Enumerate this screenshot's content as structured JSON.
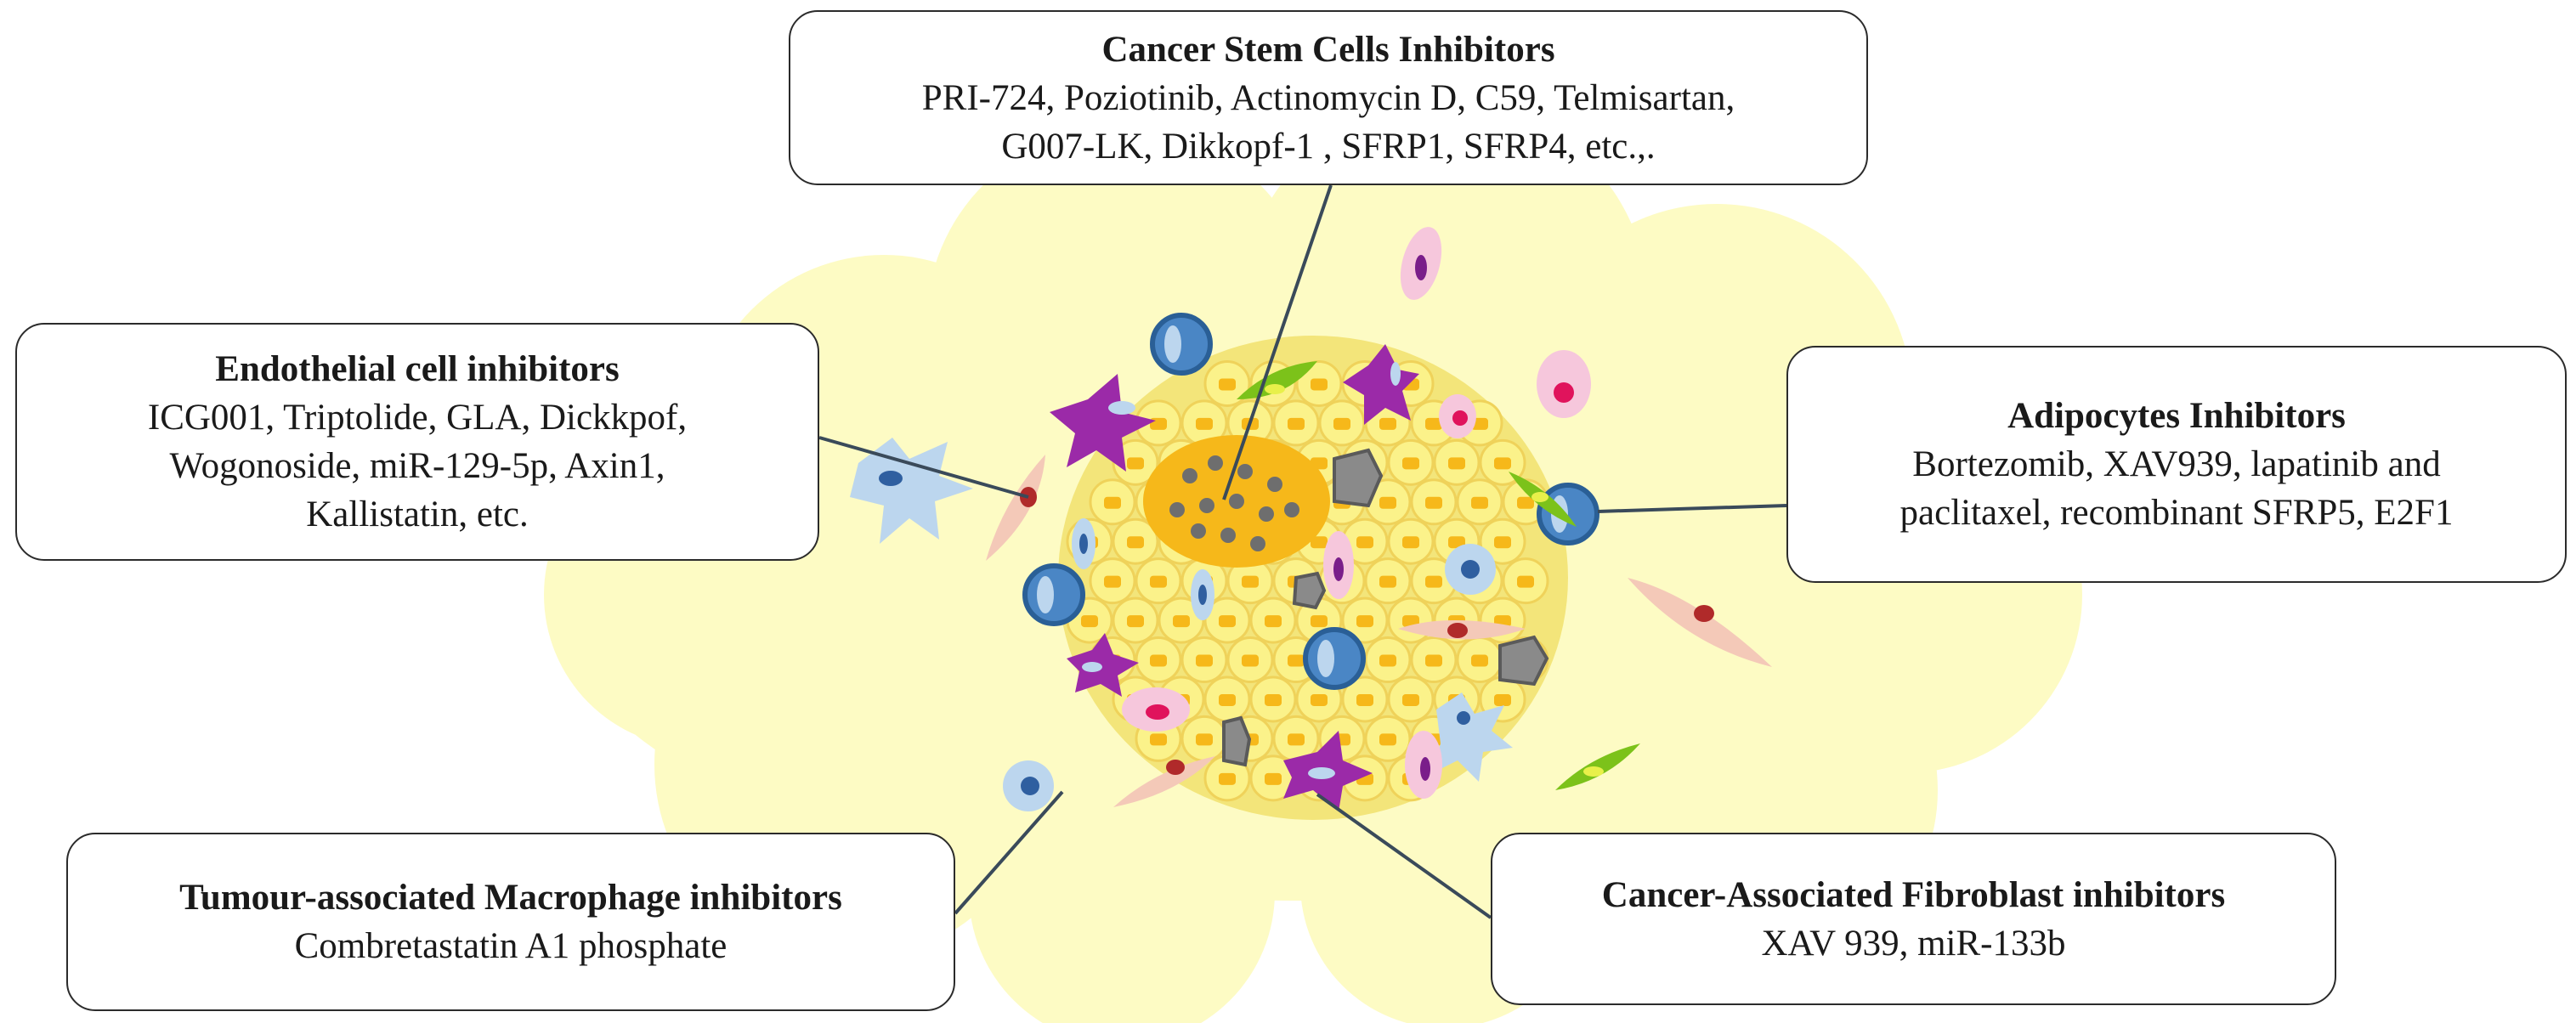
{
  "colors": {
    "background_cloud": "#fdfbc4",
    "tumor_cell": "#fbf28a",
    "tumor_nucleus": "#f6b81a",
    "stem_core": "#f6b81a",
    "stem_dot": "#6e6e6e",
    "blue_cell": "#3b78b8",
    "light_blue_cell": "#bcd6ee",
    "purple_cell": "#9b2aa8",
    "pink_cell": "#f6c7dc",
    "fibroblast": "#f4c9b8",
    "fibroblast_nucleus": "#b02a2a",
    "green_cell": "#7cc21a",
    "gray_cell": "#8a8a8a",
    "box_border": "#2b2b2b",
    "connector": "#3a4a5a"
  },
  "boxes": {
    "csc": {
      "title": "Cancer Stem Cells Inhibitors",
      "lines": [
        "PRI-724, Poziotinib, Actinomycin D, C59, Telmisartan,",
        "G007-LK,   Dikkopf-1 , SFRP1, SFRP4, etc.,."
      ]
    },
    "endothelial": {
      "title": "Endothelial cell inhibitors",
      "lines": [
        "ICG001, Triptolide, GLA, Dickkpof,",
        "Wogonoside, miR-129-5p,  Axin1,",
        "Kallistatin, etc."
      ]
    },
    "adipocytes": {
      "title": "Adipocytes Inhibitors",
      "lines": [
        "Bortezomib, XAV939, lapatinib and",
        "paclitaxel, recombinant SFRP5, E2F1"
      ]
    },
    "tam": {
      "title": "Tumour-associated Macrophage inhibitors",
      "lines": [
        "Combretastatin A1 phosphate"
      ]
    },
    "caf": {
      "title": "Cancer-Associated Fibroblast inhibitors",
      "lines": [
        "XAV 939, miR-133b"
      ]
    }
  }
}
